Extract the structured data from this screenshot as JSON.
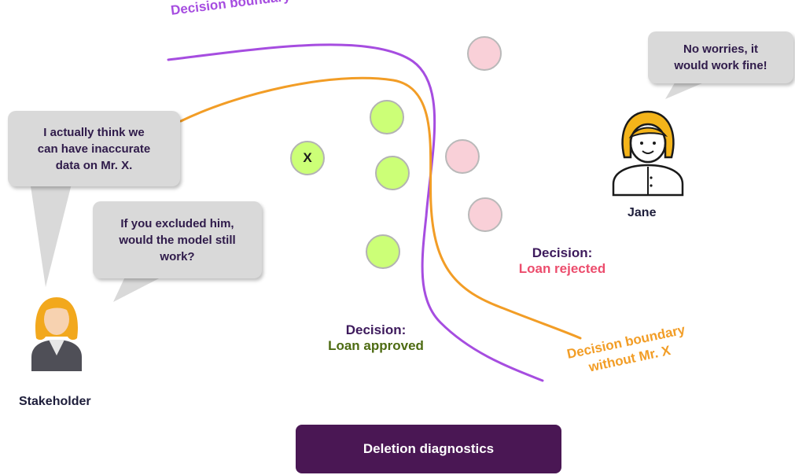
{
  "labels": {
    "decision_boundary": "Decision boundary",
    "decision_boundary_without": "Decision boundary\nwithout Mr. X",
    "decision_rejected_head": "Decision:",
    "decision_rejected_value": "Loan rejected",
    "decision_approved_head": "Decision:",
    "decision_approved_value": "Loan approved",
    "point_x": "X"
  },
  "bubbles": {
    "stakeholder_1": "I actually think we\ncan have inaccurate\ndata on Mr. X.",
    "stakeholder_2": "If you excluded him,\nwould the model still\nwork?",
    "jane": "No worries, it\nwould work fine!"
  },
  "people": {
    "stakeholder": "Stakeholder",
    "jane": "Jane"
  },
  "button": {
    "label": "Deletion diagnostics"
  },
  "colors": {
    "boundary": "#a64de0",
    "boundary_without": "#f29d26",
    "approved_fill": "#ccff77",
    "rejected_fill": "#f9d0d8",
    "button_bg": "#4a1754"
  },
  "icons": {
    "stakeholder": "woman-avatar-icon",
    "jane": "woman-outline-avatar-icon"
  }
}
